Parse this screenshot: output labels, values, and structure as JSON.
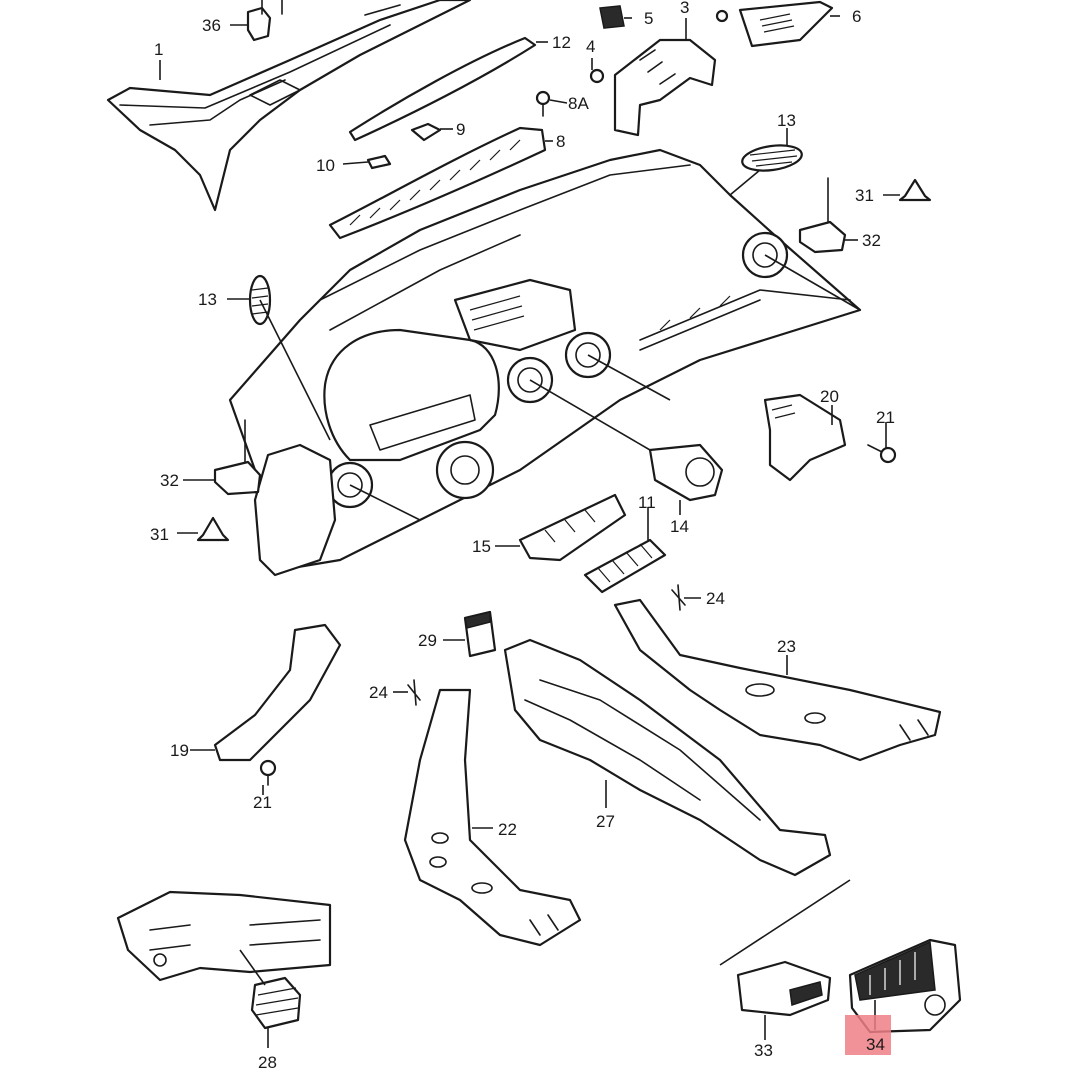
{
  "diagram": {
    "highlight_color": "#ef7f86",
    "line_color": "#1a1a1a",
    "labels": {
      "p1": "1",
      "p3": "3",
      "p4": "4",
      "p5": "5",
      "p6": "6",
      "p8": "8",
      "p8a": "8A",
      "p9": "9",
      "p10": "10",
      "p11": "11",
      "p12": "12",
      "p13_right": "13",
      "p13_left": "13",
      "p14": "14",
      "p15": "15",
      "p19": "19",
      "p20": "20",
      "p21_right": "21",
      "p21_left": "21",
      "p22": "22",
      "p23": "23",
      "p24_right": "24",
      "p24_left": "24",
      "p27": "27",
      "p28": "28",
      "p29": "29",
      "p31_right": "31",
      "p31_left": "31",
      "p32_right": "32",
      "p32_left": "32",
      "p33": "33",
      "p34": "34",
      "p36": "36"
    }
  }
}
